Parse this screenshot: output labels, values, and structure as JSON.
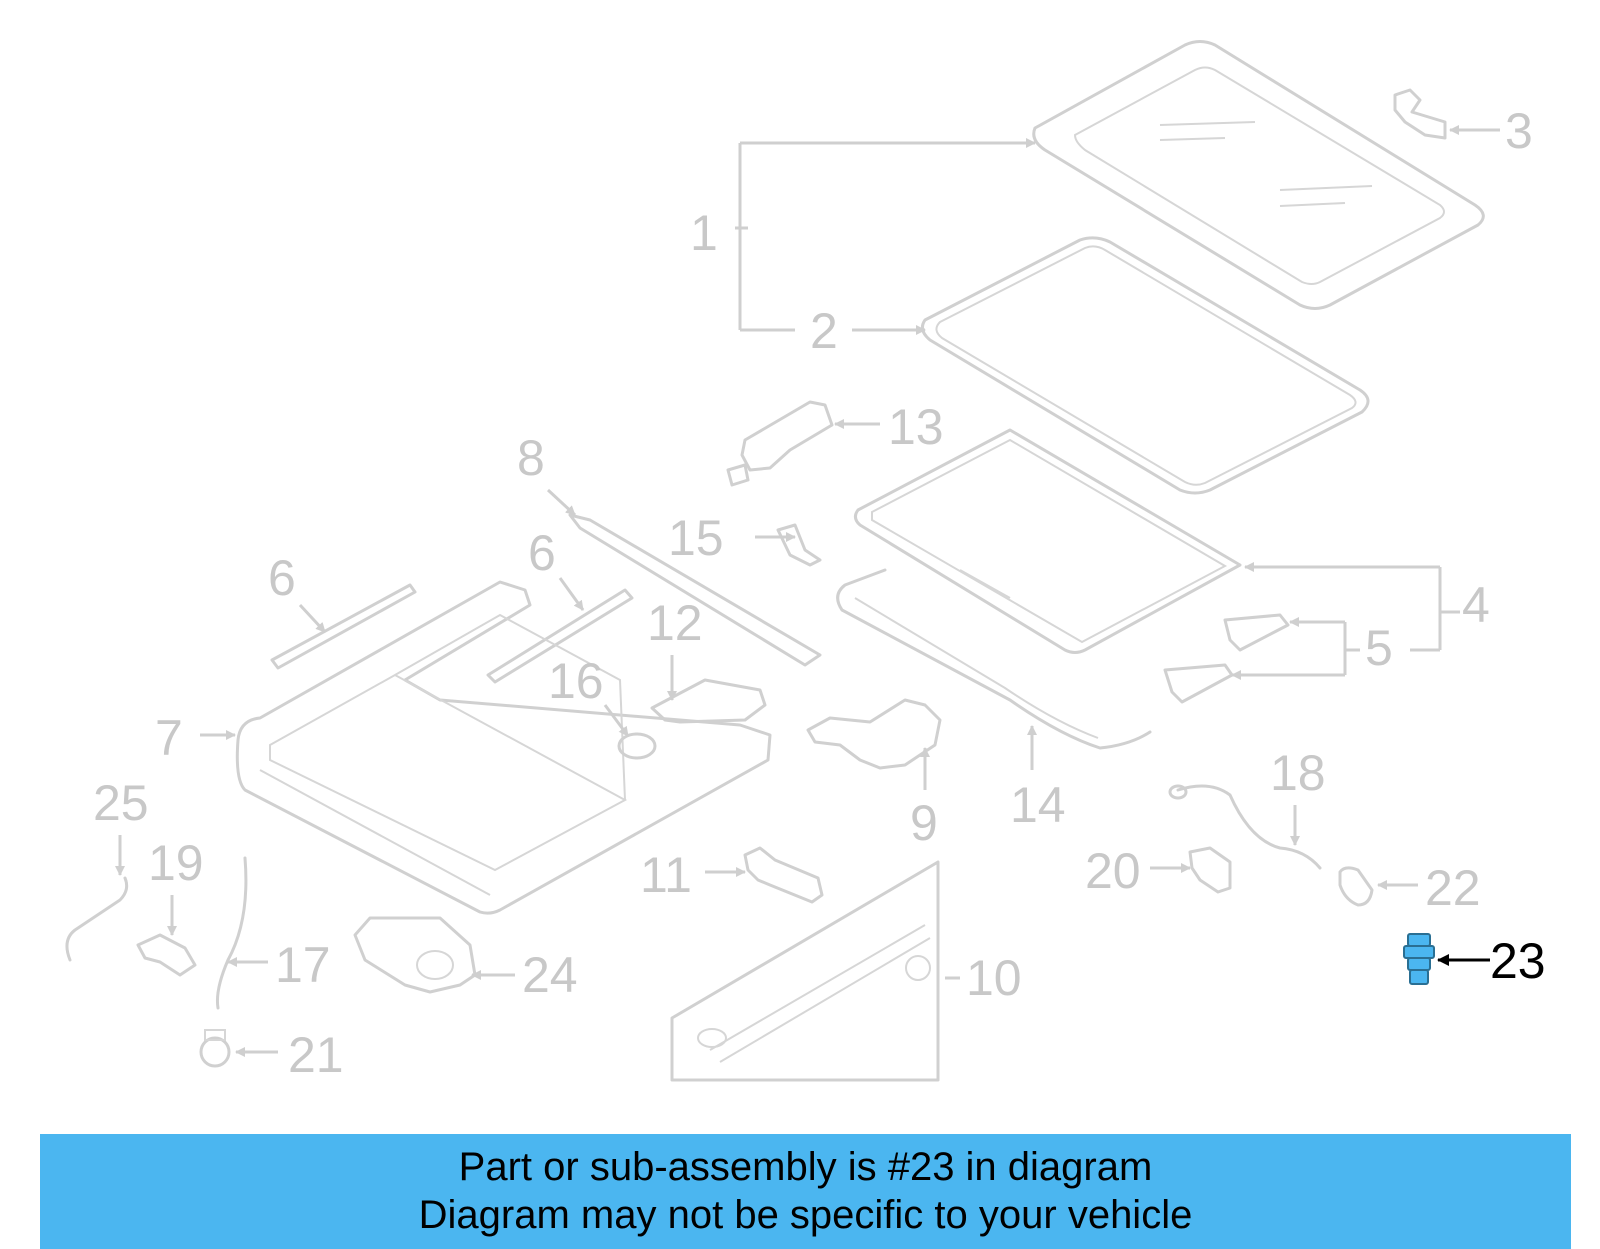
{
  "diagram": {
    "highlight_color": "#4bb6f0",
    "callouts": {
      "c1": "1",
      "c2": "2",
      "c3": "3",
      "c4": "4",
      "c5": "5",
      "c6a": "6",
      "c6b": "6",
      "c7": "7",
      "c8": "8",
      "c9": "9",
      "c10": "10",
      "c11": "11",
      "c12": "12",
      "c13": "13",
      "c14": "14",
      "c15": "15",
      "c16": "16",
      "c17": "17",
      "c18": "18",
      "c19": "19",
      "c20": "20",
      "c21": "21",
      "c22": "22",
      "c23": "23",
      "c24": "24",
      "c25": "25"
    },
    "highlighted_part": "23"
  },
  "banner": {
    "line1": "Part or sub-assembly is #23 in diagram",
    "line2": "Diagram may not be specific to your vehicle",
    "background": "#4bb6f0"
  }
}
